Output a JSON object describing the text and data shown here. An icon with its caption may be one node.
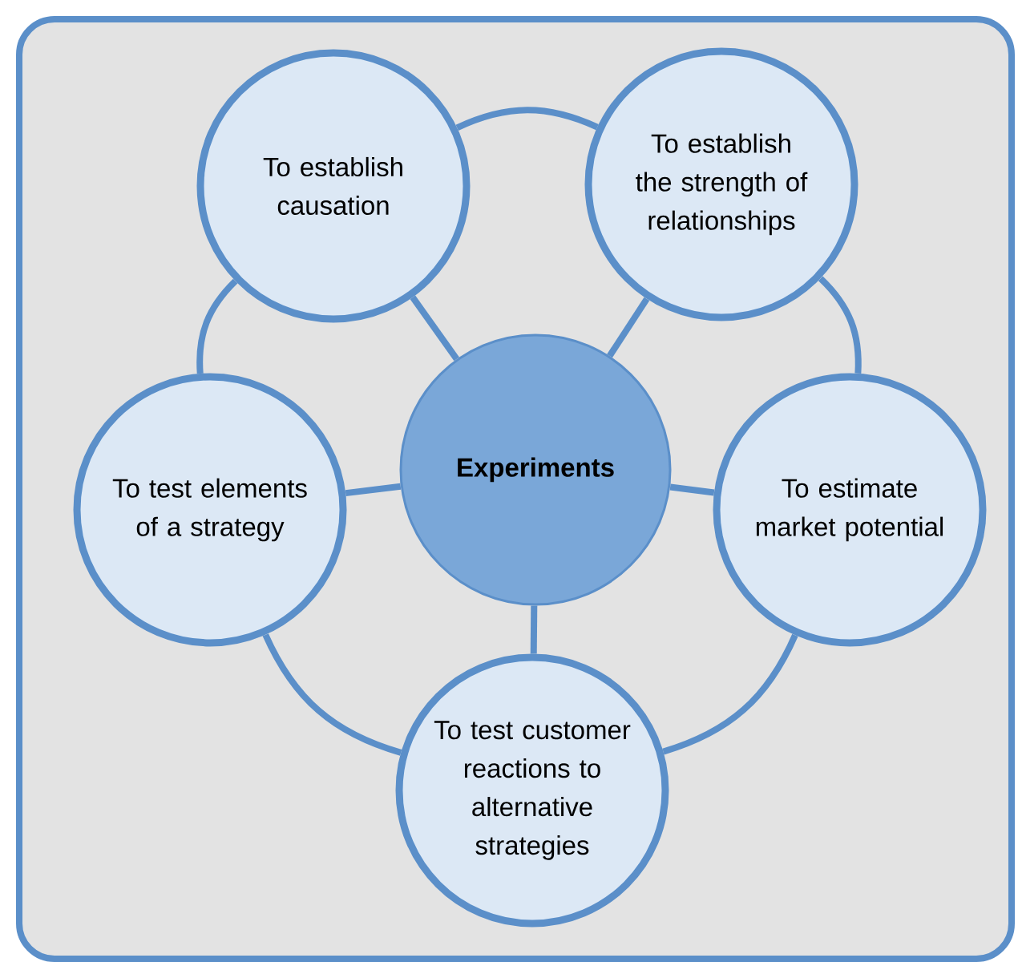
{
  "diagram": {
    "nodes": [
      {
        "text": [
          "**Experiments**"
        ]
      },
      {
        "text": [
          "To establish causation"
        ]
      },
      {
        "text": [
          "To establish the strength of relationships"
        ]
      },
      {
        "text": [
          "To estimate market potential"
        ]
      },
      {
        "text": [
          "To test customer reactions to alternative strategies"
        ]
      },
      {
        "text": [
          "To test elements of a strategy"
        ]
      }
    ],
    "edges": [
      {
        "from": 0,
        "to": 1,
        "arrow": "none"
      },
      {
        "from": 0,
        "to": 2,
        "arrow": "none"
      },
      {
        "from": 0,
        "to": 3,
        "arrow": "none"
      },
      {
        "from": 0,
        "to": 4,
        "arrow": "none"
      },
      {
        "from": 0,
        "to": 5,
        "arrow": "none"
      },
      {
        "from": 1,
        "to": 2,
        "arrow": "none"
      },
      {
        "from": 2,
        "to": 3,
        "arrow": "none"
      },
      {
        "from": 3,
        "to": 4,
        "arrow": "none"
      },
      {
        "from": 4,
        "to": 5,
        "arrow": "none"
      },
      {
        "from": 5,
        "to": 1,
        "arrow": "none"
      }
    ]
  }
}
